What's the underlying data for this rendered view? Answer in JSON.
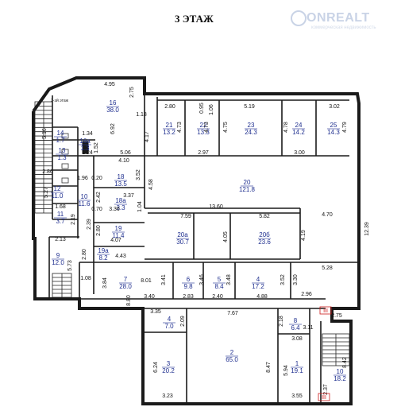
{
  "floor_title": "3 ЭТАЖ",
  "watermark": {
    "brand": "ONREALT",
    "sub": "коммерческая недвижимость"
  },
  "stair_label": "3-эй этаж",
  "colors": {
    "wall": "#1a1a1a",
    "room_label": "#1f2f8f",
    "dimension": "#111111",
    "red_marker": "#cc1a1a"
  },
  "rooms": [
    {
      "number": "16",
      "area": "38.0"
    },
    {
      "number": "21",
      "area": "13.2"
    },
    {
      "number": "22",
      "area": "13.3"
    },
    {
      "number": "23",
      "area": "24.3"
    },
    {
      "number": "24",
      "area": "14.2"
    },
    {
      "number": "25",
      "area": "14.3"
    },
    {
      "number": "14",
      "area": "1.7"
    },
    {
      "number": "16а",
      "area": "1.3"
    },
    {
      "number": "13",
      "area": "1.3"
    },
    {
      "number": "12",
      "area": "11.0"
    },
    {
      "number": "11",
      "area": "3.7"
    },
    {
      "number": "10",
      "area": "11.6"
    },
    {
      "number": "18",
      "area": "13.5"
    },
    {
      "number": "18а",
      "area": "3.3"
    },
    {
      "number": "20",
      "area": "121.8"
    },
    {
      "number": "19",
      "area": "11.4"
    },
    {
      "number": "19а",
      "area": "8.2"
    },
    {
      "number": "20а",
      "area": "30.7"
    },
    {
      "number": "20б",
      "area": "23.6"
    },
    {
      "number": "9",
      "area": "12.0"
    },
    {
      "number": "7",
      "area": "28.0"
    },
    {
      "number": "6",
      "area": "9.8"
    },
    {
      "number": "5",
      "area": "8.4"
    },
    {
      "number": "4",
      "area": "17.2"
    },
    {
      "number": "4",
      "area": "7.0"
    },
    {
      "number": "3",
      "area": "20.2"
    },
    {
      "number": "2",
      "area": "65.0"
    },
    {
      "number": "8",
      "area": "6.4"
    },
    {
      "number": "1",
      "area": "19.1"
    },
    {
      "number": "10",
      "area": "18.2"
    }
  ],
  "dimensions": [
    "4.95",
    "2.75",
    "6.92",
    "1.18",
    "2.80",
    "4.73",
    "0.95",
    "4.73",
    "1.06",
    "5.19",
    "4.75",
    "4.78",
    "3.02",
    "4.79",
    "5.16",
    "1.34",
    "1.52",
    "1.24",
    "5.06",
    "2.97",
    "3.00",
    "4.17",
    "2.86",
    "1.96",
    "5.27",
    "1.68",
    "2.19",
    "4.10",
    "0.20",
    "3.52",
    "4.58",
    "3.37",
    "2.42",
    "0.70",
    "3.36",
    "1.04",
    "13.60",
    "4.70",
    "12.39",
    "7.59",
    "5.82",
    "2.39",
    "2.80",
    "4.05",
    "4.19",
    "4.07",
    "2.13",
    "5.73",
    "2.80",
    "4.43",
    "5.28",
    "1.08",
    "3.84",
    "8.01",
    "3.41",
    "3.46",
    "3.48",
    "3.52",
    "3.30",
    "3.40",
    "2.83",
    "2.40",
    "4.88",
    "2.96",
    "8.80",
    "3.35",
    "2.09",
    "7.67",
    "2.18",
    "2.75",
    "6.24",
    "8.47",
    "3.08",
    "3.11",
    "5.94",
    "2.37",
    "8.42",
    "3.23",
    "3.55"
  ],
  "markers": [
    "III",
    "III"
  ]
}
